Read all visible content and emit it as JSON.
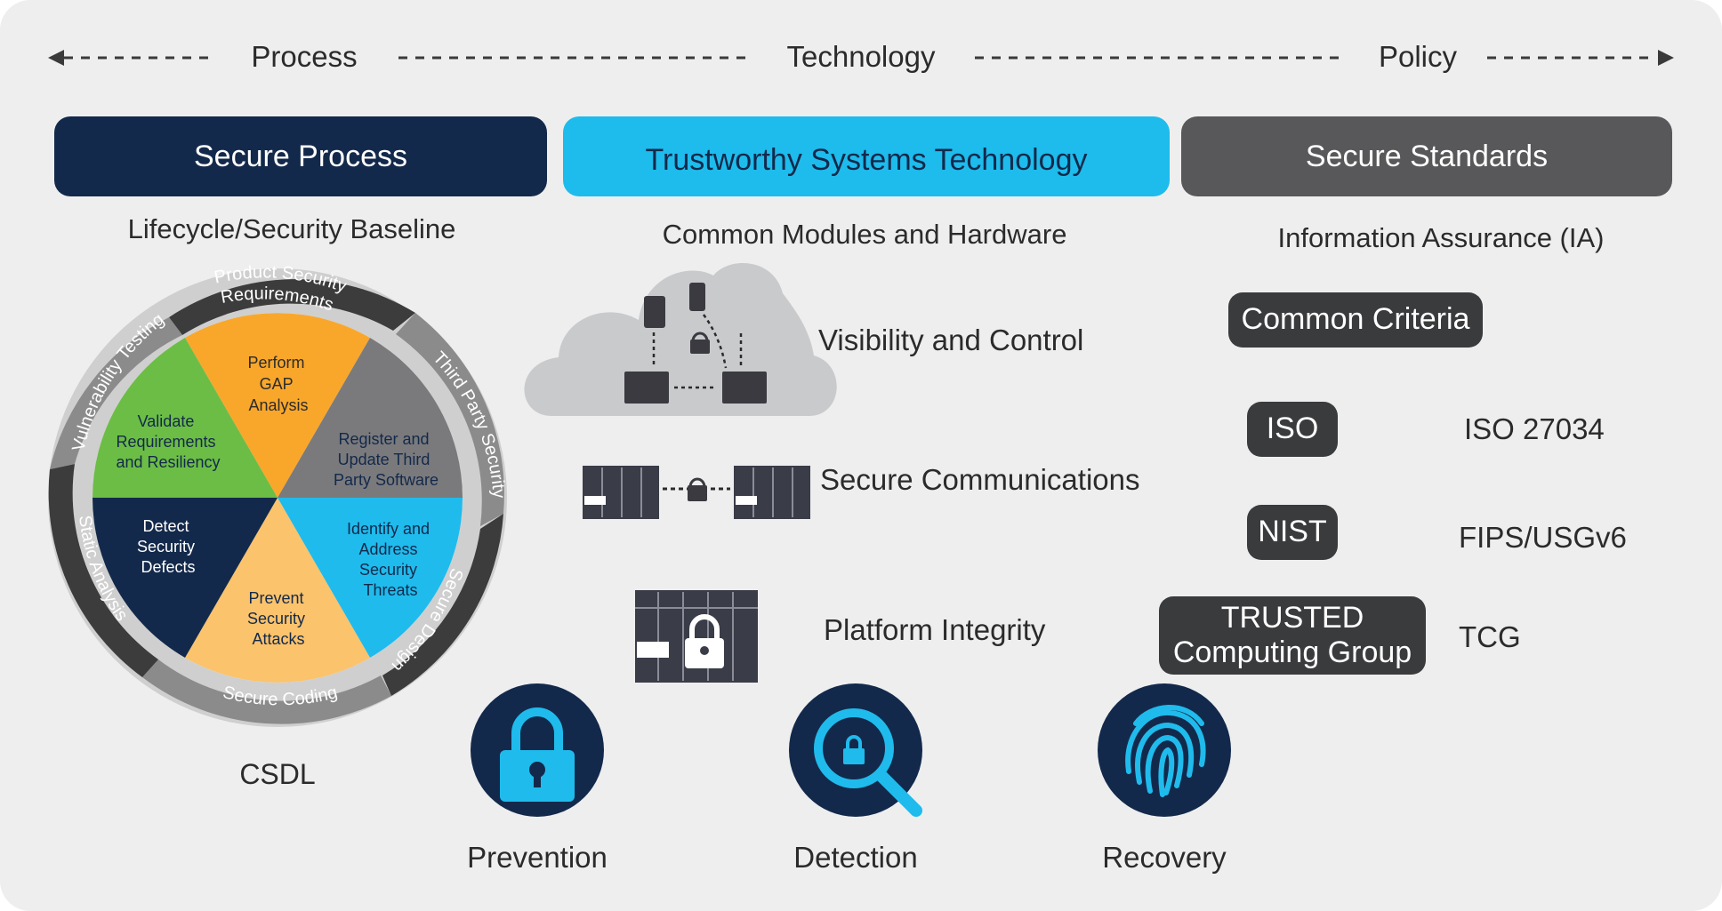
{
  "axis": {
    "left": "Process",
    "middle": "Technology",
    "right": "Policy"
  },
  "columns": {
    "process": {
      "header": "Secure Process",
      "subtitle": "Lifecycle/Security Baseline",
      "footer": "CSDL",
      "color": "#13294b"
    },
    "technology": {
      "header": "Trustworthy Systems Technology",
      "subtitle": "Common Modules and Hardware",
      "color": "#1dbcec"
    },
    "policy": {
      "header": "Secure Standards",
      "subtitle": "Information Assurance (IA)",
      "color": "#58585a"
    }
  },
  "wheel": {
    "ring": [
      "Product Security Requirements",
      "Third Party Security",
      "Secure Design",
      "Secure Coding",
      "Static Analysis",
      "Vulnerability Testing"
    ],
    "ring_parts": {
      "product": [
        "Product Security",
        "Requirements"
      ],
      "third_party": "Third Party Security",
      "secure_design": "Secure Design",
      "secure_coding": "Secure Coding",
      "static_analysis": "Static Analysis",
      "vuln_testing": "Vulnerability Testing"
    },
    "segments": {
      "gap": [
        "Perform",
        "GAP",
        "Analysis"
      ],
      "register": [
        "Register and",
        "Update Third",
        "Party Software"
      ],
      "identify": [
        "Identify and",
        "Address",
        "Security",
        "Threats"
      ],
      "prevent": [
        "Prevent",
        "Security",
        "Attacks"
      ],
      "detect": [
        "Detect",
        "Security",
        "Defects"
      ],
      "validate": [
        "Validate",
        "Requirements",
        "and Resiliency"
      ]
    },
    "colors": {
      "gap": "#f9a72b",
      "register": "#7a7a7c",
      "identify": "#1fbbec",
      "prevent": "#fbc36b",
      "detect": "#13294b",
      "validate": "#6cbd45"
    }
  },
  "technology_items": [
    "Visibility and Control",
    "Secure Communications",
    "Platform Integrity"
  ],
  "standards": {
    "common_criteria": "Common Criteria",
    "iso": {
      "badge": "ISO",
      "label": "ISO 27034"
    },
    "nist": {
      "badge": "NIST",
      "label": "FIPS/USGv6"
    },
    "tcg": {
      "badge_line1": "TRUSTED",
      "badge_line2": "Computing Group",
      "label": "TCG"
    }
  },
  "pillars": [
    {
      "label": "Prevention",
      "icon": "padlock-icon"
    },
    {
      "label": "Detection",
      "icon": "magnifier-lock-icon"
    },
    {
      "label": "Recovery",
      "icon": "fingerprint-icon"
    }
  ]
}
